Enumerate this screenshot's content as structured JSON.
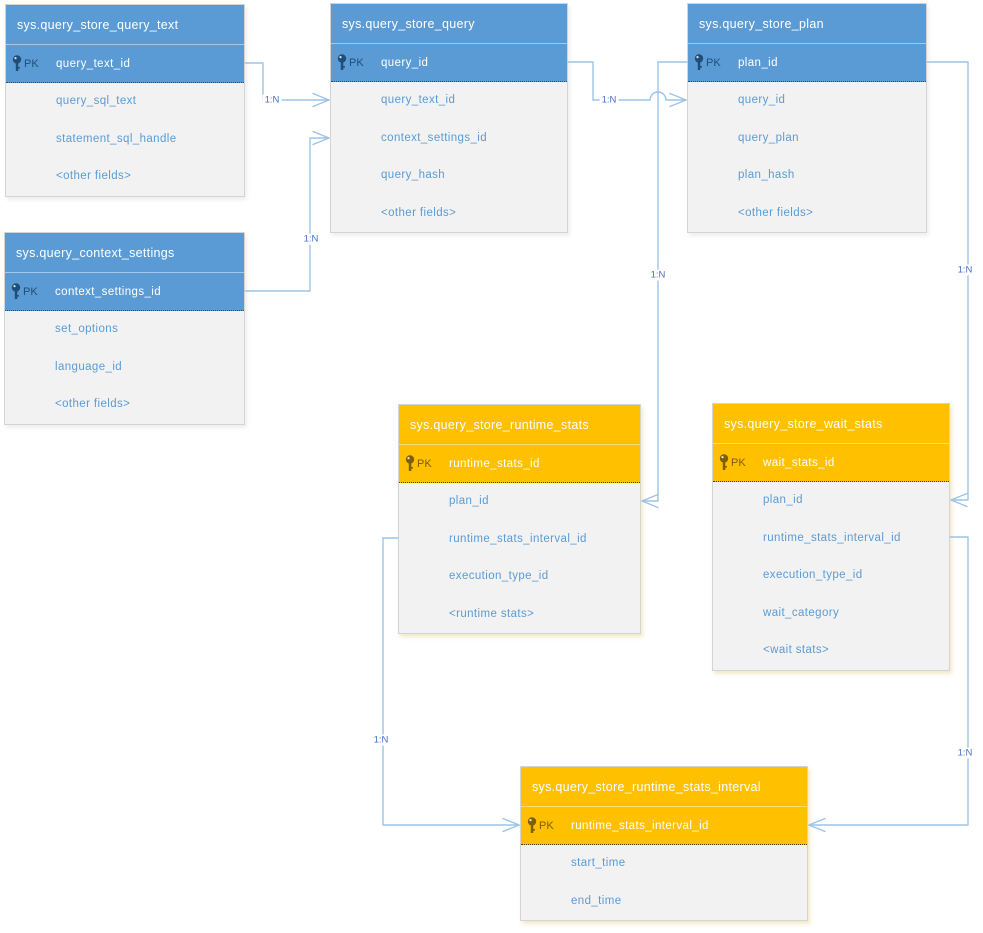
{
  "tables": [
    {
      "name": "sys.query_store_query_text",
      "theme": "blue",
      "pk_badge": "PK",
      "primary_key": "query_text_id",
      "fields": [
        "query_sql_text",
        "statement_sql_handle",
        "<other fields>"
      ]
    },
    {
      "name": "sys.query_store_query",
      "theme": "blue",
      "pk_badge": "PK",
      "primary_key": "query_id",
      "fields": [
        "query_text_id",
        "context_settings_id",
        "query_hash",
        "<other fields>"
      ]
    },
    {
      "name": "sys.query_store_plan",
      "theme": "blue",
      "pk_badge": "PK",
      "primary_key": "plan_id",
      "fields": [
        "query_id",
        "query_plan",
        "plan_hash",
        "<other fields>"
      ]
    },
    {
      "name": "sys.query_context_settings",
      "theme": "blue",
      "pk_badge": "PK",
      "primary_key": "context_settings_id",
      "fields": [
        "set_options",
        "language_id",
        "<other fields>"
      ]
    },
    {
      "name": "sys.query_store_runtime_stats",
      "theme": "orange",
      "pk_badge": "PK",
      "primary_key": "runtime_stats_id",
      "fields": [
        "plan_id",
        "runtime_stats_interval_id",
        "execution_type_id",
        "<runtime stats>"
      ]
    },
    {
      "name": "sys.query_store_wait_stats",
      "theme": "orange",
      "pk_badge": "PK",
      "primary_key": "wait_stats_id",
      "fields": [
        "plan_id",
        "runtime_stats_interval_id",
        "execution_type_id",
        "wait_category",
        "<wait stats>"
      ]
    },
    {
      "name": "sys.query_store_runtime_stats_interval",
      "theme": "orange",
      "pk_badge": "PK",
      "primary_key": "runtime_stats_interval_id",
      "fields": [
        "start_time",
        "end_time"
      ]
    }
  ],
  "relationships": [
    {
      "label": "1:N",
      "from": "sys.query_store_query_text.query_text_id",
      "to": "sys.query_store_query.query_text_id"
    },
    {
      "label": "1:N",
      "from": "sys.query_context_settings.context_settings_id",
      "to": "sys.query_store_query.context_settings_id"
    },
    {
      "label": "1:N",
      "from": "sys.query_store_query.query_id",
      "to": "sys.query_store_plan.query_id"
    },
    {
      "label": "1:N",
      "from": "sys.query_store_plan.plan_id",
      "to": "sys.query_store_runtime_stats.plan_id"
    },
    {
      "label": "1:N",
      "from": "sys.query_store_plan.plan_id",
      "to": "sys.query_store_wait_stats.plan_id"
    },
    {
      "label": "1:N",
      "from": "sys.query_store_runtime_stats.runtime_stats_interval_id",
      "to": "sys.query_store_runtime_stats_interval.runtime_stats_interval_id"
    },
    {
      "label": "1:N",
      "from": "sys.query_store_wait_stats.runtime_stats_interval_id",
      "to": "sys.query_store_runtime_stats_interval.runtime_stats_interval_id"
    }
  ],
  "colors": {
    "blue_header": "#5b9bd5",
    "orange_header": "#ffc000",
    "body_background": "#f2f2f2",
    "field_text": "#5b9bd5",
    "pk_icon_blue": "#1f4e79",
    "pk_icon_orange": "#7f6000",
    "connector_line": "#9dc3e6",
    "cardinality_text": "#4472c4"
  }
}
